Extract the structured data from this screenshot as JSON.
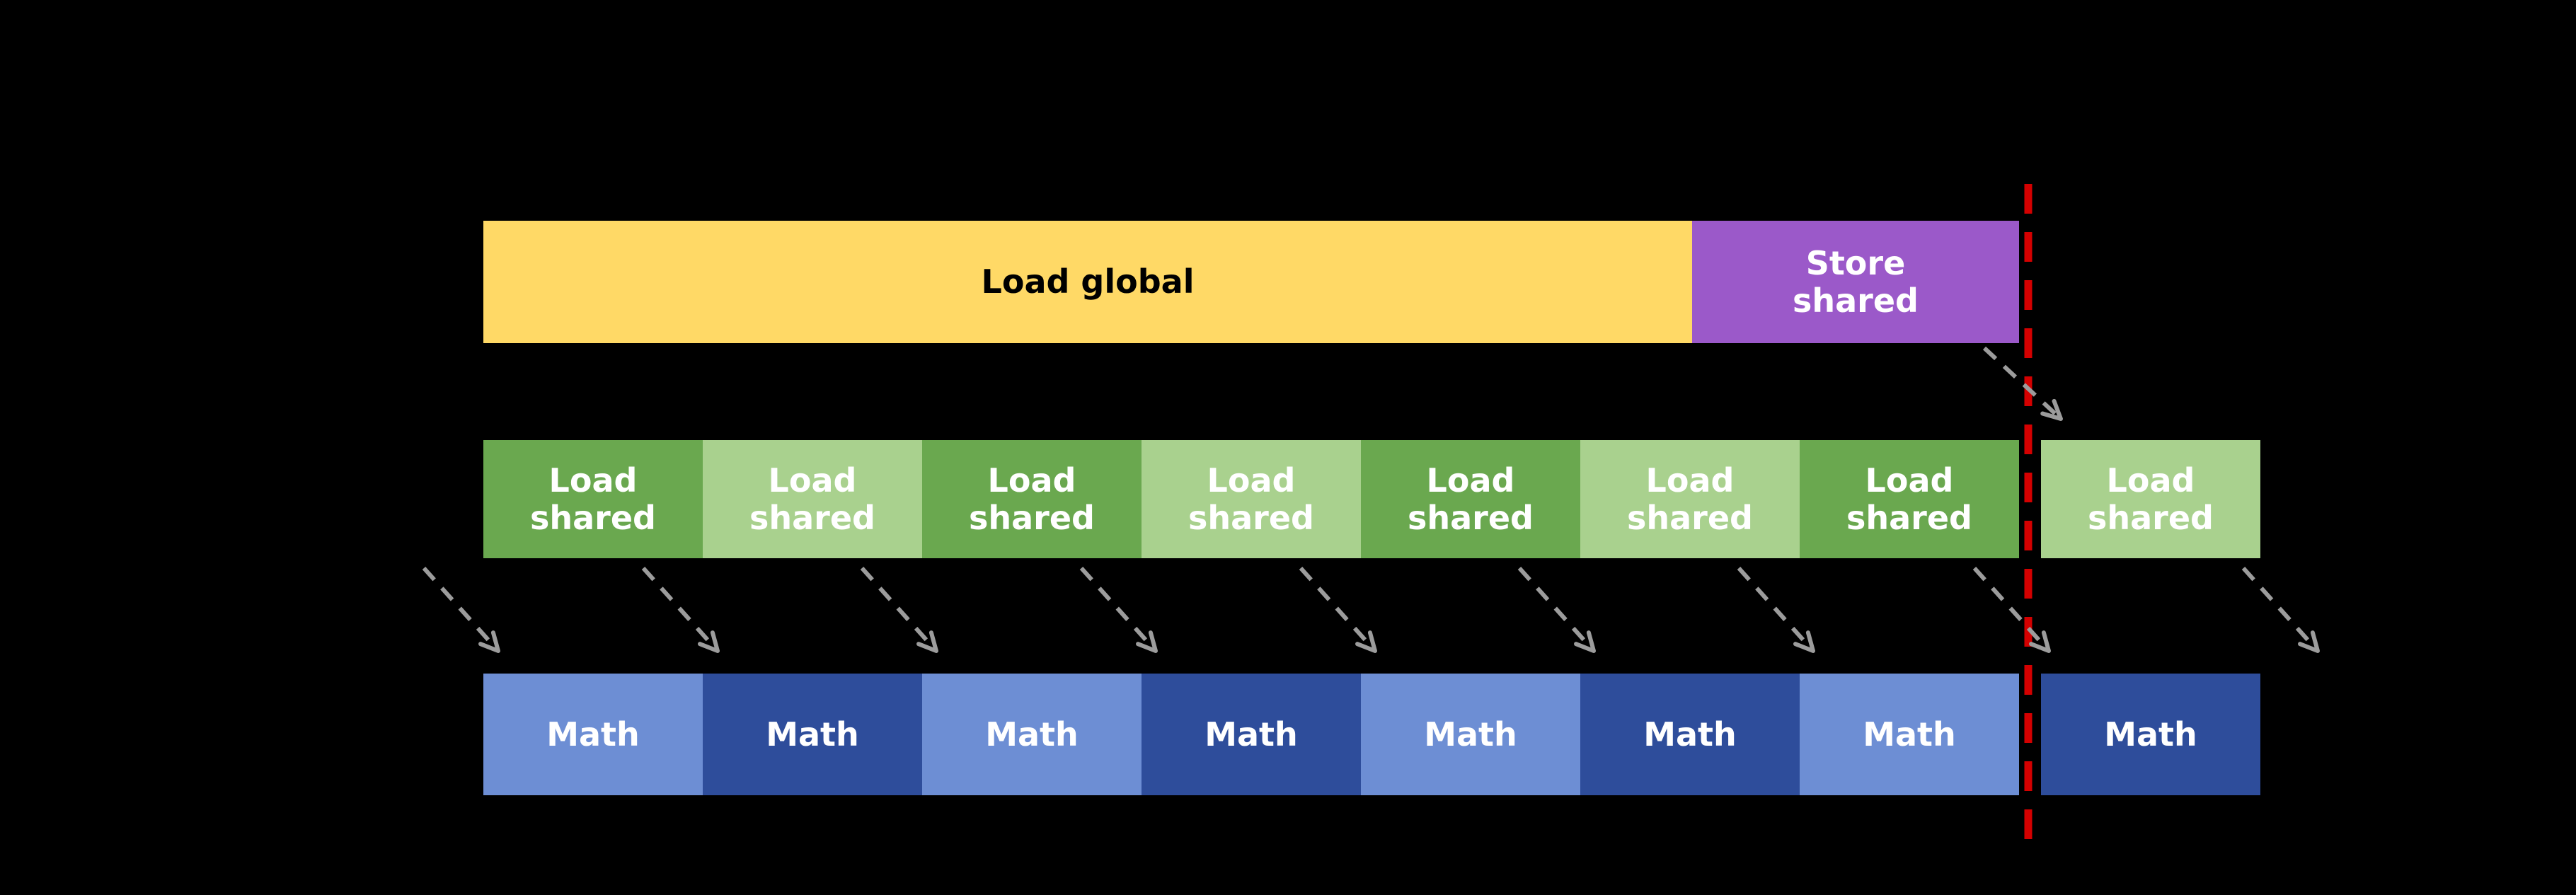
{
  "diagram": {
    "background": "#000000",
    "colors": {
      "load_global": "#FFD966",
      "store_shared": "#9B59C9",
      "load_shared_dark": "#6AA84F",
      "load_shared_light": "#A9D18E",
      "math_light": "#6D8ED4",
      "math_dark": "#2E4D9B",
      "divider_red": "#D40000",
      "arrow_gray": "#9C9C9C",
      "text_on_yellow": "#000000",
      "text_on_color": "#FFFFFF"
    }
  },
  "timeline": {
    "load_global": {
      "label": "Load global"
    },
    "store_shared": {
      "line1": "Store",
      "line2": "shared"
    },
    "load_shared_bars": [
      {
        "line1": "Load",
        "line2": "shared",
        "shade": "dark"
      },
      {
        "line1": "Load",
        "line2": "shared",
        "shade": "light"
      },
      {
        "line1": "Load",
        "line2": "shared",
        "shade": "dark"
      },
      {
        "line1": "Load",
        "line2": "shared",
        "shade": "light"
      },
      {
        "line1": "Load",
        "line2": "shared",
        "shade": "dark"
      },
      {
        "line1": "Load",
        "line2": "shared",
        "shade": "light"
      },
      {
        "line1": "Load",
        "line2": "shared",
        "shade": "dark"
      },
      {
        "line1": "Load",
        "line2": "shared",
        "shade": "light"
      }
    ],
    "math_bars": [
      {
        "label": "Math",
        "shade": "light"
      },
      {
        "label": "Math",
        "shade": "dark"
      },
      {
        "label": "Math",
        "shade": "light"
      },
      {
        "label": "Math",
        "shade": "dark"
      },
      {
        "label": "Math",
        "shade": "light"
      },
      {
        "label": "Math",
        "shade": "dark"
      },
      {
        "label": "Math",
        "shade": "light"
      },
      {
        "label": "Math",
        "shade": "dark"
      }
    ],
    "divider": {
      "style": "dashed",
      "color": "#D40000"
    },
    "arrows": {
      "style": "dashed",
      "color": "#9C9C9C",
      "count": 10
    }
  }
}
